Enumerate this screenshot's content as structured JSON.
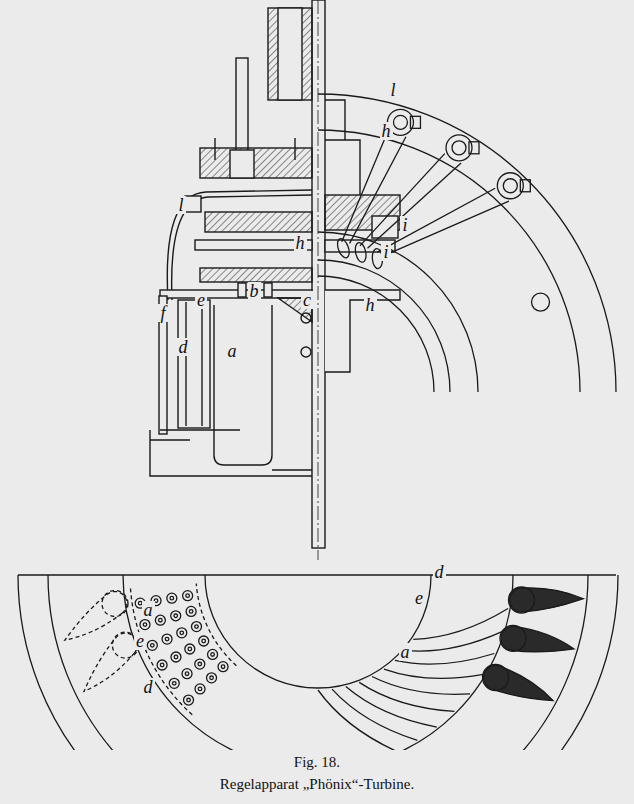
{
  "diagram": {
    "title": "Fig. 18.",
    "caption": "Regelapparat „Phönix“-Turbine.",
    "labels": [
      "l",
      "h",
      "i",
      "h",
      "f",
      "e",
      "b",
      "c",
      "d",
      "a",
      "l",
      "h",
      "i",
      "a",
      "e",
      "d",
      "e",
      "d",
      "a"
    ]
  }
}
